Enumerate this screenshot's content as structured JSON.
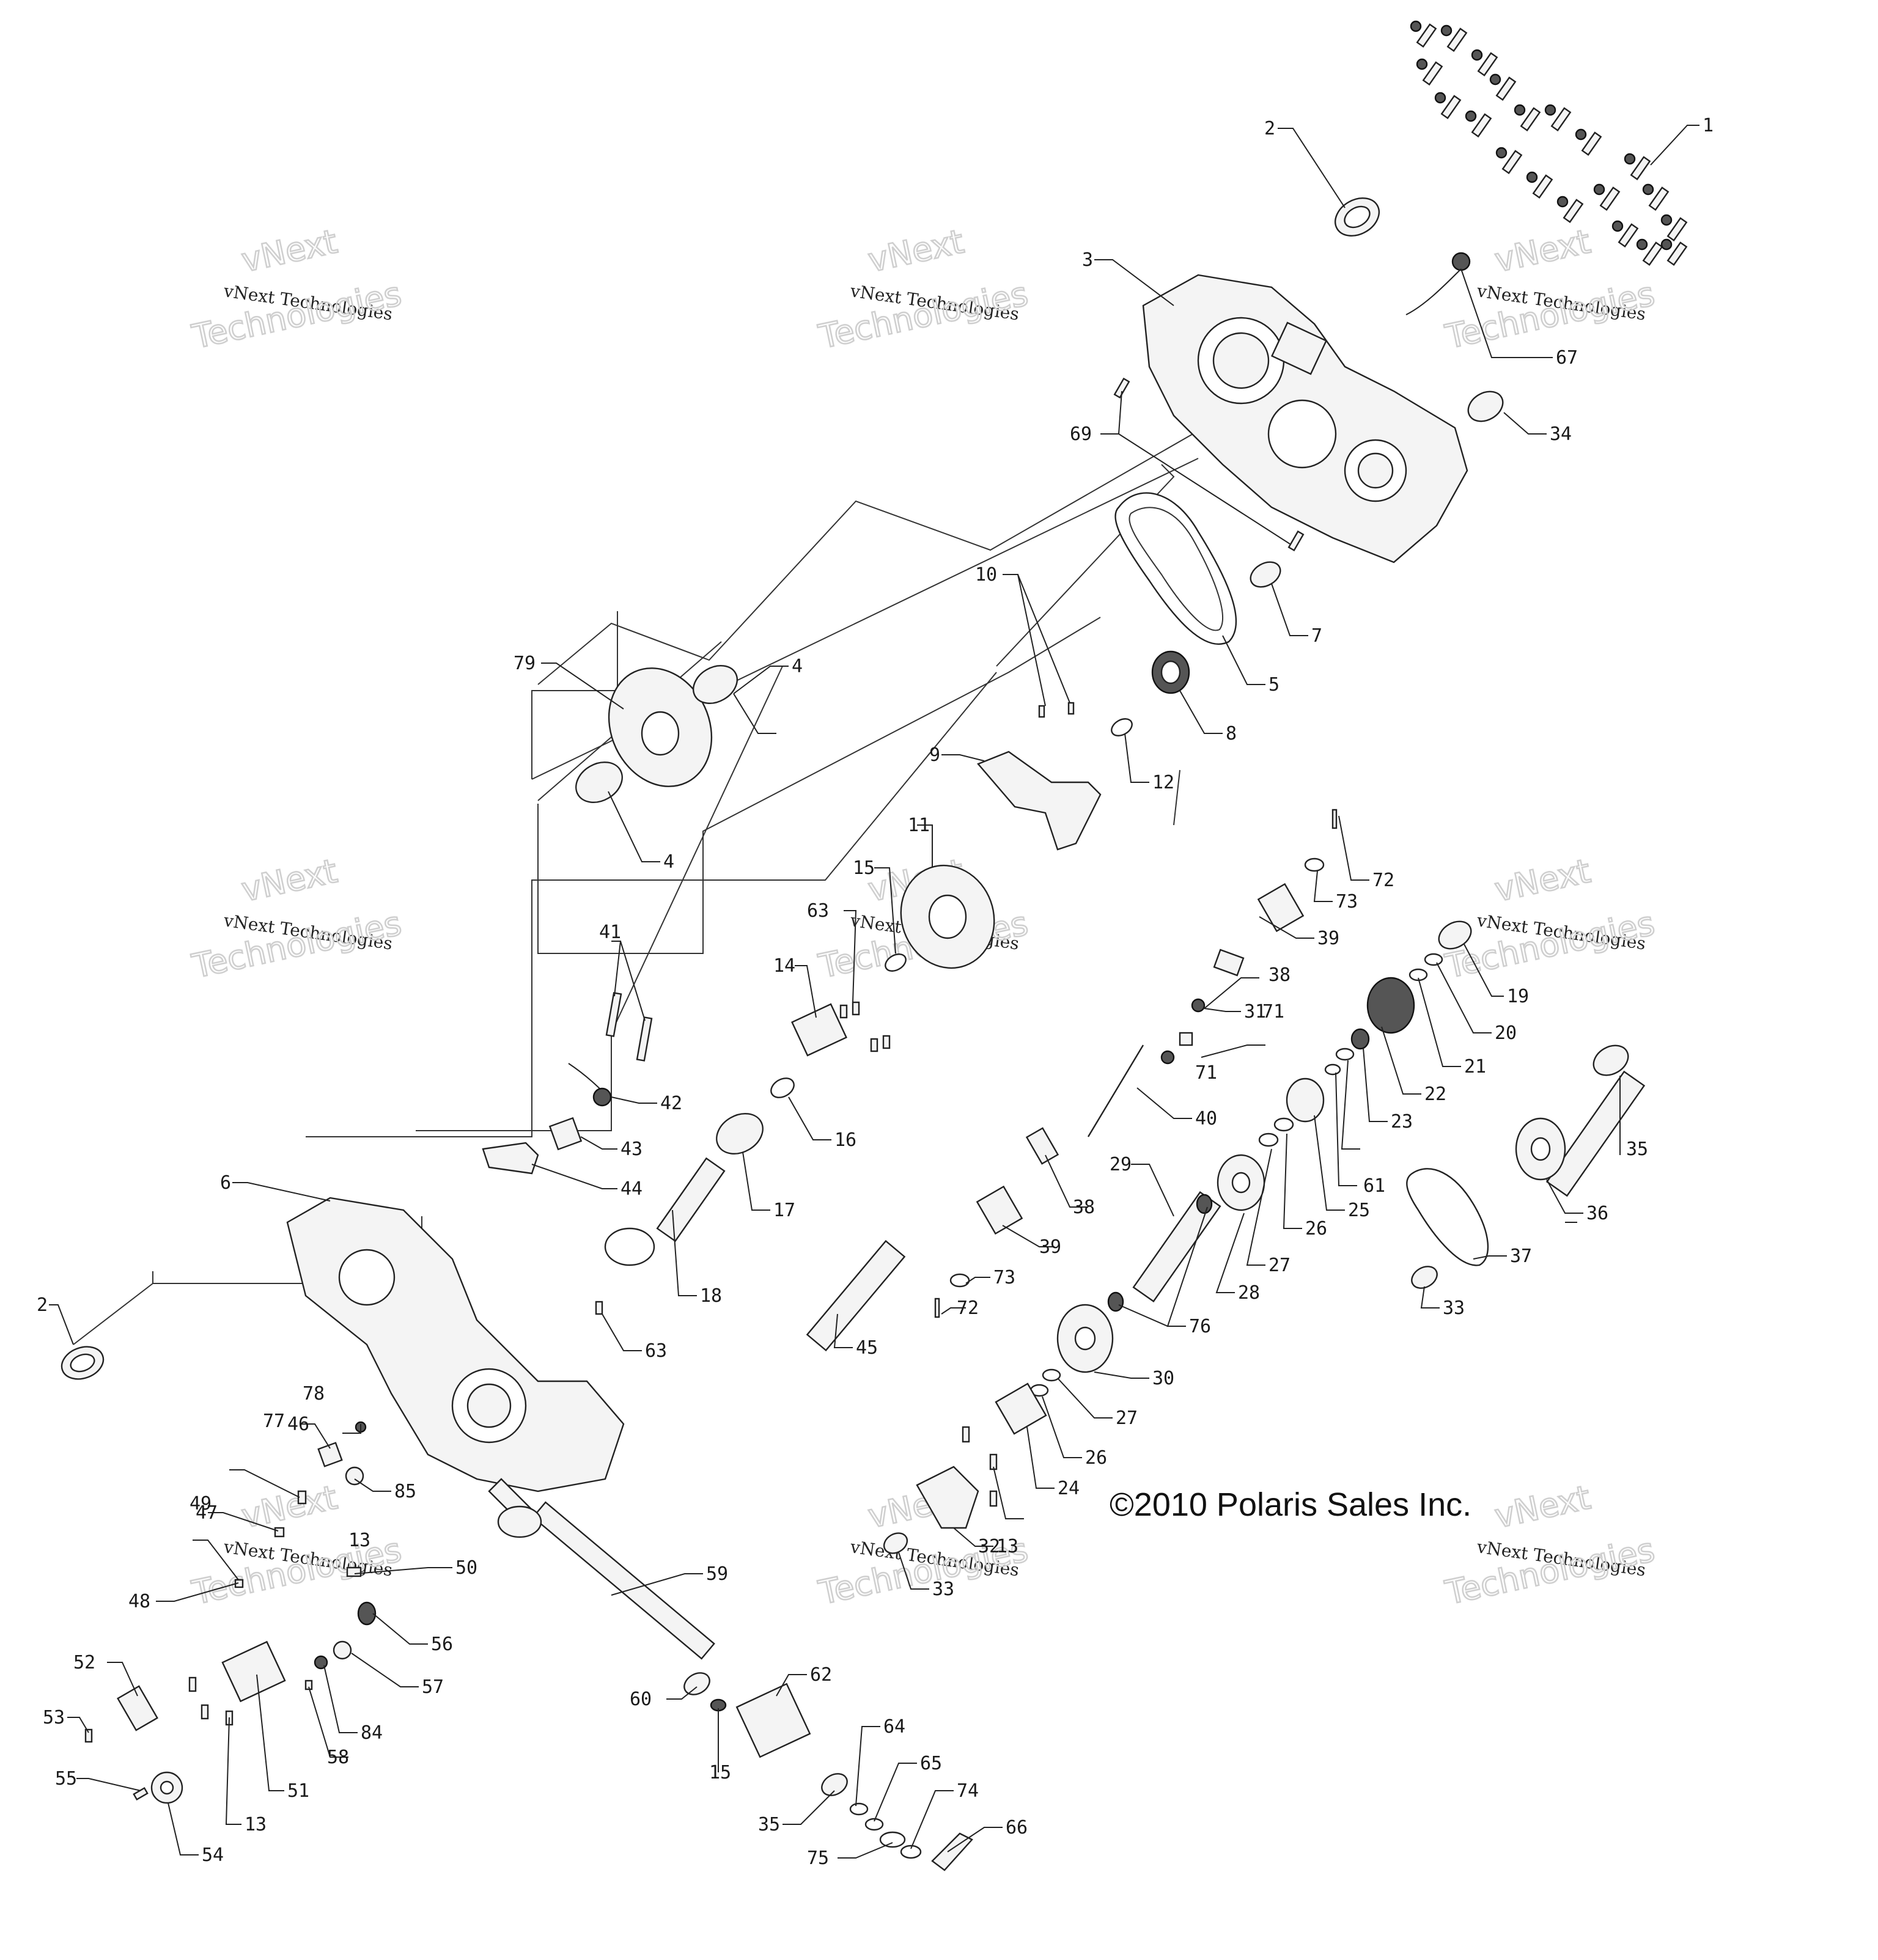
{
  "copyright": "©2010 Polaris Sales Inc.",
  "watermark": {
    "line1": "vNext",
    "line2": "vNext Technologies",
    "line3": "Technologies"
  },
  "callouts": [
    {
      "id": "1",
      "label": "1"
    },
    {
      "id": "2a",
      "label": "2"
    },
    {
      "id": "2b",
      "label": "2"
    },
    {
      "id": "3",
      "label": "3"
    },
    {
      "id": "4a",
      "label": "4"
    },
    {
      "id": "4b",
      "label": "4"
    },
    {
      "id": "5",
      "label": "5"
    },
    {
      "id": "6",
      "label": "6"
    },
    {
      "id": "7",
      "label": "7"
    },
    {
      "id": "8",
      "label": "8"
    },
    {
      "id": "9",
      "label": "9"
    },
    {
      "id": "10",
      "label": "10"
    },
    {
      "id": "11",
      "label": "11"
    },
    {
      "id": "12",
      "label": "12"
    },
    {
      "id": "13a",
      "label": "13"
    },
    {
      "id": "13b",
      "label": "13"
    },
    {
      "id": "13c",
      "label": "13"
    },
    {
      "id": "14",
      "label": "14"
    },
    {
      "id": "15a",
      "label": "15"
    },
    {
      "id": "15b",
      "label": "15"
    },
    {
      "id": "16",
      "label": "16"
    },
    {
      "id": "17",
      "label": "17"
    },
    {
      "id": "18",
      "label": "18"
    },
    {
      "id": "19",
      "label": "19"
    },
    {
      "id": "20",
      "label": "20"
    },
    {
      "id": "21",
      "label": "21"
    },
    {
      "id": "22",
      "label": "22"
    },
    {
      "id": "23",
      "label": "23"
    },
    {
      "id": "24",
      "label": "24"
    },
    {
      "id": "25",
      "label": "25"
    },
    {
      "id": "26a",
      "label": "26"
    },
    {
      "id": "26b",
      "label": "26"
    },
    {
      "id": "27a",
      "label": "27"
    },
    {
      "id": "27b",
      "label": "27"
    },
    {
      "id": "28",
      "label": "28"
    },
    {
      "id": "29",
      "label": "29"
    },
    {
      "id": "30",
      "label": "30"
    },
    {
      "id": "31",
      "label": "31"
    },
    {
      "id": "32",
      "label": "32"
    },
    {
      "id": "33a",
      "label": "33"
    },
    {
      "id": "33b",
      "label": "33"
    },
    {
      "id": "34",
      "label": "34"
    },
    {
      "id": "35a",
      "label": "35"
    },
    {
      "id": "35b",
      "label": "35"
    },
    {
      "id": "36",
      "label": "36"
    },
    {
      "id": "37",
      "label": "37"
    },
    {
      "id": "38a",
      "label": "38"
    },
    {
      "id": "38b",
      "label": "38"
    },
    {
      "id": "39a",
      "label": "39"
    },
    {
      "id": "39b",
      "label": "39"
    },
    {
      "id": "40",
      "label": "40"
    },
    {
      "id": "41",
      "label": "41"
    },
    {
      "id": "42",
      "label": "42"
    },
    {
      "id": "43",
      "label": "43"
    },
    {
      "id": "44",
      "label": "44"
    },
    {
      "id": "45",
      "label": "45"
    },
    {
      "id": "46",
      "label": "46"
    },
    {
      "id": "47",
      "label": "47"
    },
    {
      "id": "48",
      "label": "48"
    },
    {
      "id": "49",
      "label": "49"
    },
    {
      "id": "50",
      "label": "50"
    },
    {
      "id": "51",
      "label": "51"
    },
    {
      "id": "52",
      "label": "52"
    },
    {
      "id": "53",
      "label": "53"
    },
    {
      "id": "54",
      "label": "54"
    },
    {
      "id": "55",
      "label": "55"
    },
    {
      "id": "56",
      "label": "56"
    },
    {
      "id": "57",
      "label": "57"
    },
    {
      "id": "58",
      "label": "58"
    },
    {
      "id": "59",
      "label": "59"
    },
    {
      "id": "60",
      "label": "60"
    },
    {
      "id": "61",
      "label": "61"
    },
    {
      "id": "62",
      "label": "62"
    },
    {
      "id": "63a",
      "label": "63"
    },
    {
      "id": "63b",
      "label": "63"
    },
    {
      "id": "64",
      "label": "64"
    },
    {
      "id": "65",
      "label": "65"
    },
    {
      "id": "66",
      "label": "66"
    },
    {
      "id": "67",
      "label": "67"
    },
    {
      "id": "69",
      "label": "69"
    },
    {
      "id": "71a",
      "label": "71"
    },
    {
      "id": "71b",
      "label": "71"
    },
    {
      "id": "72a",
      "label": "72"
    },
    {
      "id": "72b",
      "label": "72"
    },
    {
      "id": "73a",
      "label": "73"
    },
    {
      "id": "73b",
      "label": "73"
    },
    {
      "id": "74",
      "label": "74"
    },
    {
      "id": "75",
      "label": "75"
    },
    {
      "id": "76",
      "label": "76"
    },
    {
      "id": "77",
      "label": "77"
    },
    {
      "id": "78",
      "label": "78"
    },
    {
      "id": "79",
      "label": "79"
    },
    {
      "id": "84",
      "label": "84"
    },
    {
      "id": "85",
      "label": "85"
    }
  ]
}
